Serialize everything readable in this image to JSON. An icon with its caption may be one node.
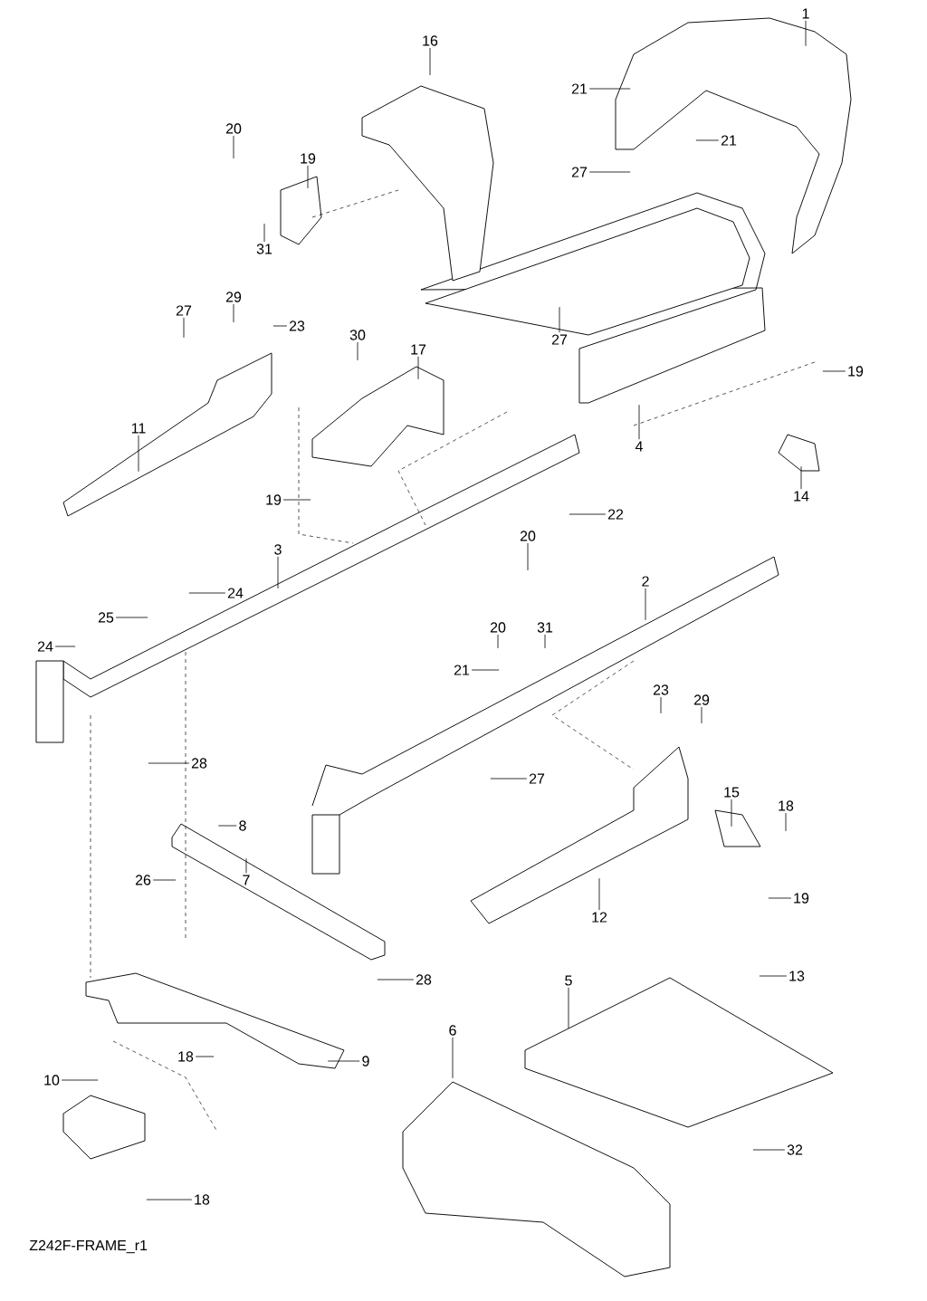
{
  "diagram": {
    "nodes": [
      {
        "text": [
          "1"
        ]
      },
      {
        "text": [
          "16"
        ]
      },
      {
        "text": [
          "21"
        ]
      },
      {
        "text": [
          "20"
        ]
      },
      {
        "text": [
          "21"
        ]
      },
      {
        "text": [
          "19"
        ]
      },
      {
        "text": [
          "27"
        ]
      },
      {
        "text": [
          "31"
        ]
      },
      {
        "text": [
          "29"
        ]
      },
      {
        "text": [
          "27"
        ]
      },
      {
        "text": [
          "23"
        ]
      },
      {
        "text": [
          "30"
        ]
      },
      {
        "text": [
          "27"
        ]
      },
      {
        "text": [
          "17"
        ]
      },
      {
        "text": [
          "19"
        ]
      },
      {
        "text": [
          "11"
        ]
      },
      {
        "text": [
          "4"
        ]
      },
      {
        "text": [
          "14"
        ]
      },
      {
        "text": [
          "19"
        ]
      },
      {
        "text": [
          "22"
        ]
      },
      {
        "text": [
          "20"
        ]
      },
      {
        "text": [
          "3"
        ]
      },
      {
        "text": [
          "2"
        ]
      },
      {
        "text": [
          "24"
        ]
      },
      {
        "text": [
          "25"
        ]
      },
      {
        "text": [
          "20"
        ]
      },
      {
        "text": [
          "31"
        ]
      },
      {
        "text": [
          "24"
        ]
      },
      {
        "text": [
          "21"
        ]
      },
      {
        "text": [
          "23"
        ]
      },
      {
        "text": [
          "29"
        ]
      },
      {
        "text": [
          "28"
        ]
      },
      {
        "text": [
          "27"
        ]
      },
      {
        "text": [
          "15"
        ]
      },
      {
        "text": [
          "18"
        ]
      },
      {
        "text": [
          "8"
        ]
      },
      {
        "text": [
          "26"
        ]
      },
      {
        "text": [
          "7"
        ]
      },
      {
        "text": [
          "19"
        ]
      },
      {
        "text": [
          "12"
        ]
      },
      {
        "text": [
          "13"
        ]
      },
      {
        "text": [
          "28"
        ]
      },
      {
        "text": [
          "5"
        ]
      },
      {
        "text": [
          "6"
        ]
      },
      {
        "text": [
          "18"
        ]
      },
      {
        "text": [
          "9"
        ]
      },
      {
        "text": [
          "10"
        ]
      },
      {
        "text": [
          "32"
        ]
      },
      {
        "text": [
          "18"
        ]
      }
    ],
    "edges": [
      {
        "from": 0,
        "to": null,
        "arrow": "none"
      },
      {
        "from": 1,
        "to": null,
        "arrow": "none"
      },
      {
        "from": 2,
        "to": null,
        "arrow": "none"
      },
      {
        "from": 3,
        "to": null,
        "arrow": "none"
      },
      {
        "from": 4,
        "to": null,
        "arrow": "none"
      },
      {
        "from": 5,
        "to": null,
        "arrow": "none"
      },
      {
        "from": 6,
        "to": null,
        "arrow": "none"
      },
      {
        "from": 7,
        "to": null,
        "arrow": "none"
      },
      {
        "from": 8,
        "to": null,
        "arrow": "none"
      },
      {
        "from": 9,
        "to": null,
        "arrow": "none"
      },
      {
        "from": 10,
        "to": null,
        "arrow": "none"
      },
      {
        "from": 11,
        "to": null,
        "arrow": "none"
      },
      {
        "from": 12,
        "to": null,
        "arrow": "none"
      },
      {
        "from": 13,
        "to": null,
        "arrow": "none"
      },
      {
        "from": 14,
        "to": null,
        "arrow": "none"
      },
      {
        "from": 15,
        "to": null,
        "arrow": "none"
      },
      {
        "from": 16,
        "to": null,
        "arrow": "none"
      },
      {
        "from": 17,
        "to": null,
        "arrow": "none"
      },
      {
        "from": 18,
        "to": null,
        "arrow": "none"
      },
      {
        "from": 19,
        "to": null,
        "arrow": "none"
      },
      {
        "from": 20,
        "to": null,
        "arrow": "none"
      },
      {
        "from": 21,
        "to": null,
        "arrow": "none"
      },
      {
        "from": 22,
        "to": null,
        "arrow": "none"
      },
      {
        "from": 23,
        "to": null,
        "arrow": "none"
      },
      {
        "from": 24,
        "to": null,
        "arrow": "none"
      },
      {
        "from": 25,
        "to": null,
        "arrow": "none"
      },
      {
        "from": 26,
        "to": null,
        "arrow": "none"
      },
      {
        "from": 27,
        "to": null,
        "arrow": "none"
      },
      {
        "from": 28,
        "to": null,
        "arrow": "none"
      },
      {
        "from": 29,
        "to": null,
        "arrow": "none"
      },
      {
        "from": 30,
        "to": null,
        "arrow": "none"
      },
      {
        "from": 31,
        "to": null,
        "arrow": "none"
      },
      {
        "from": 32,
        "to": null,
        "arrow": "none"
      },
      {
        "from": 33,
        "to": null,
        "arrow": "none"
      },
      {
        "from": 34,
        "to": null,
        "arrow": "none"
      },
      {
        "from": 35,
        "to": null,
        "arrow": "none"
      },
      {
        "from": 36,
        "to": null,
        "arrow": "none"
      },
      {
        "from": 37,
        "to": null,
        "arrow": "none"
      },
      {
        "from": 38,
        "to": null,
        "arrow": "none"
      },
      {
        "from": 39,
        "to": null,
        "arrow": "none"
      },
      {
        "from": 40,
        "to": null,
        "arrow": "none"
      },
      {
        "from": 41,
        "to": null,
        "arrow": "none"
      },
      {
        "from": 42,
        "to": null,
        "arrow": "none"
      },
      {
        "from": 43,
        "to": null,
        "arrow": "none"
      },
      {
        "from": 44,
        "to": null,
        "arrow": "none"
      },
      {
        "from": 45,
        "to": null,
        "arrow": "none"
      },
      {
        "from": 46,
        "to": null,
        "arrow": "none"
      },
      {
        "from": 47,
        "to": null,
        "arrow": "none"
      },
      {
        "from": 48,
        "to": null,
        "arrow": "none"
      }
    ],
    "labels": [
      "Z242F-FRAME_r1"
    ]
  }
}
